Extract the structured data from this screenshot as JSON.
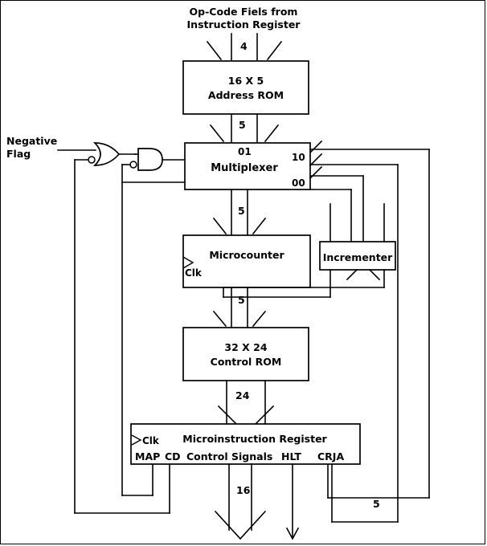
{
  "diagram": {
    "title_lines": [
      "Op-Code Fiels from",
      "Instruction Register"
    ],
    "negative_flag_lines": [
      "Negative",
      "Flag"
    ],
    "blocks": {
      "address_rom": {
        "line1": "16 X 5",
        "line2": "Address ROM"
      },
      "multiplexer": {
        "label": "Multiplexer",
        "sel_top": "01",
        "sel_mid": "10",
        "sel_bottom": "00"
      },
      "microcounter": {
        "label": "Microcounter",
        "clk": "Clk"
      },
      "incrementer": {
        "label": "Incrementer"
      },
      "control_rom": {
        "line1": "32 X 24",
        "line2": "Control ROM"
      },
      "microinstruction_register": {
        "label": "Microinstruction Register",
        "clk": "Clk",
        "fields": [
          "MAP",
          "CD",
          "Control Signals",
          "HLT",
          "CRJA"
        ]
      }
    },
    "bus_widths": {
      "opcode_to_address_rom": "4",
      "address_rom_to_mux": "5",
      "mux_to_microcounter": "5",
      "microcounter_to_control_rom": "5",
      "control_rom_to_mir": "24",
      "control_signals_out": "16",
      "crja_feedback": "5"
    },
    "colors": {
      "line": "#000000",
      "text": "#000000",
      "background": "#ffffff"
    }
  }
}
